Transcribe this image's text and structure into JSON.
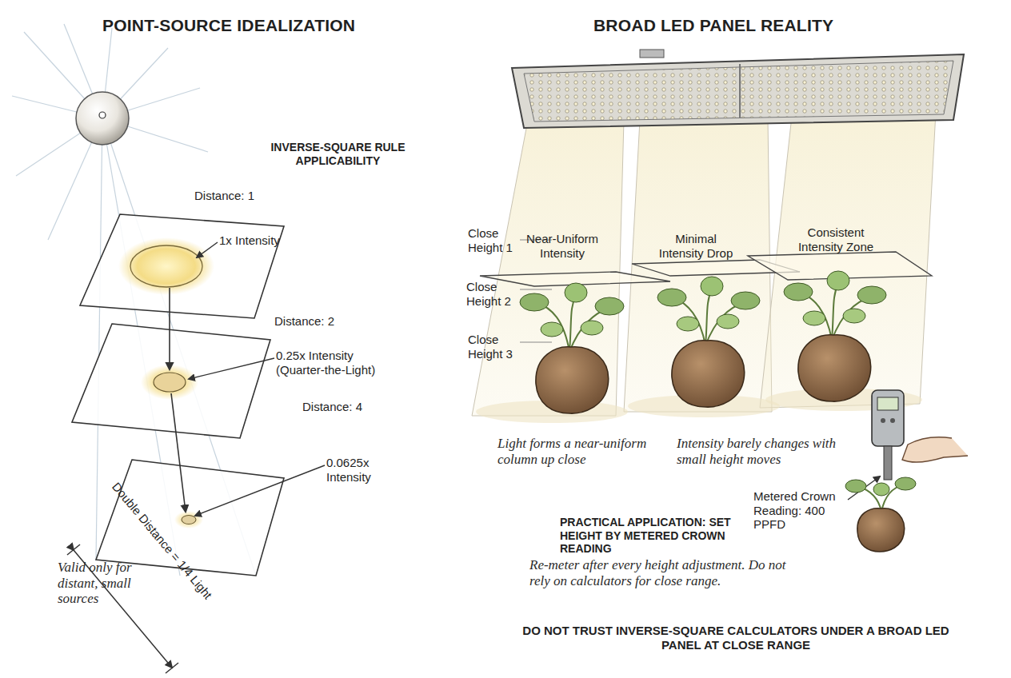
{
  "diagram": {
    "caption": "DO NOT TRUST INVERSE-SQUARE CALCULATORS UNDER A BROAD LED PANEL AT CLOSE RANGE",
    "labels": [
      "POINT-SOURCE IDEALIZATION",
      "BROAD LED PANEL REALITY",
      "INVERSE-SQUARE RULE APPLICABILITY",
      "Distance: 1",
      "1x Intensity",
      "Distance: 2",
      "0.25x Intensity (Quarter-the-Light)",
      "Distance: 4",
      "0.0625x Intensity",
      "Double Distance = 1/4 Light",
      "Valid only for distant, small sources",
      "Close Height 1",
      "Close Height 2",
      "Close Height 3",
      "Near-Uniform Intensity",
      "Minimal Intensity Drop",
      "Consistent Intensity Zone",
      "Light forms a near-uniform column up close",
      "Intensity barely changes with small height moves",
      "PRACTICAL APPLICATION: SET HEIGHT BY METERED CROWN READING",
      "Metered Crown Reading: 400 PPFD",
      "Re-meter after every height adjustment. Do not rely on calculators for close range."
    ]
  }
}
